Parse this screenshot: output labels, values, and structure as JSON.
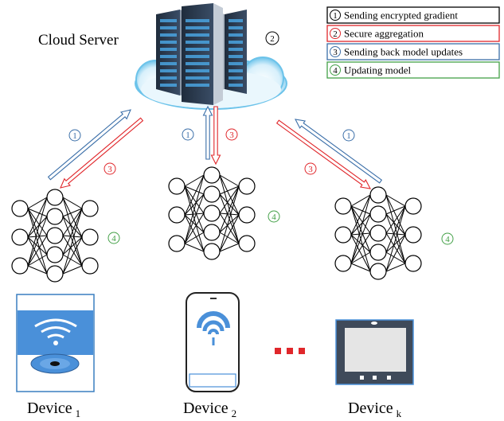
{
  "title": "Cloud Server",
  "server_step": "2",
  "legend": [
    {
      "num": "1",
      "label": "Sending encrypted gradient",
      "color": "#000000"
    },
    {
      "num": "2",
      "label": "Secure aggregation",
      "color": "#e0272b"
    },
    {
      "num": "3",
      "label": "Sending back model updates",
      "color": "#3a6ea8"
    },
    {
      "num": "4",
      "label": "Updating model",
      "color": "#43a047"
    }
  ],
  "arrow_labels": {
    "upload": "1",
    "download": "3",
    "update": "4"
  },
  "devices": [
    {
      "name": "Device",
      "sub": "1"
    },
    {
      "name": "Device",
      "sub": "2"
    },
    {
      "name": "Device",
      "sub": "k"
    }
  ],
  "colors": {
    "upload_arrow": "#3a6ea8",
    "download_arrow": "#e0272b",
    "update_circle": "#43a047",
    "server_dark": "#2b3a4f",
    "server_light": "#4aa3df",
    "cloud_blue": "#8fd0f0",
    "tablet_blue": "#4a90d9",
    "tablet_frame": "#3f4a5a",
    "dots_red": "#e0272b"
  }
}
